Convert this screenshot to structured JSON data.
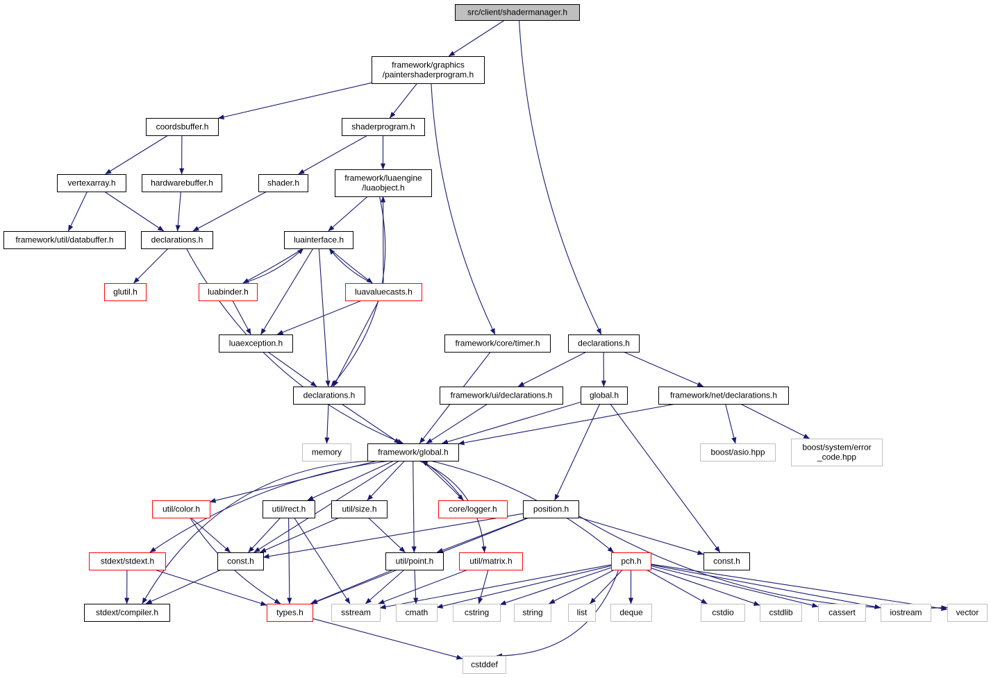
{
  "title": "src/client/shadermanager.h",
  "colors": {
    "edge": "#191970",
    "normal_border": "#000000",
    "truncated_border": "#ff0000",
    "external_border": "#bfbfbf",
    "root_fill": "#bfbfbf",
    "node_fill": "#ffffff"
  },
  "nodes": [
    {
      "id": "root",
      "lines": [
        "src/client/shadermanager.h"
      ],
      "kind": "root"
    },
    {
      "id": "painter",
      "lines": [
        "framework/graphics",
        "/paintershaderprogram.h"
      ],
      "kind": "normal"
    },
    {
      "id": "coordsbuffer",
      "lines": [
        "coordsbuffer.h"
      ],
      "kind": "normal"
    },
    {
      "id": "shaderprogram",
      "lines": [
        "shaderprogram.h"
      ],
      "kind": "normal"
    },
    {
      "id": "vertexarray",
      "lines": [
        "vertexarray.h"
      ],
      "kind": "normal"
    },
    {
      "id": "hardwarebuffer",
      "lines": [
        "hardwarebuffer.h"
      ],
      "kind": "normal"
    },
    {
      "id": "shader",
      "lines": [
        "shader.h"
      ],
      "kind": "normal"
    },
    {
      "id": "luaobject",
      "lines": [
        "framework/luaengine",
        "/luaobject.h"
      ],
      "kind": "normal"
    },
    {
      "id": "databuffer",
      "lines": [
        "framework/util/databuffer.h"
      ],
      "kind": "normal"
    },
    {
      "id": "decl_gfx",
      "lines": [
        "declarations.h"
      ],
      "kind": "normal"
    },
    {
      "id": "luainterface",
      "lines": [
        "luainterface.h"
      ],
      "kind": "normal"
    },
    {
      "id": "glutil",
      "lines": [
        "glutil.h"
      ],
      "kind": "truncated"
    },
    {
      "id": "luabinder",
      "lines": [
        "luabinder.h"
      ],
      "kind": "truncated"
    },
    {
      "id": "luavaluecasts",
      "lines": [
        "luavaluecasts.h"
      ],
      "kind": "truncated"
    },
    {
      "id": "luaexception",
      "lines": [
        "luaexception.h"
      ],
      "kind": "normal"
    },
    {
      "id": "timer",
      "lines": [
        "framework/core/timer.h"
      ],
      "kind": "normal"
    },
    {
      "id": "decl_client",
      "lines": [
        "declarations.h"
      ],
      "kind": "normal"
    },
    {
      "id": "decl_lua",
      "lines": [
        "declarations.h"
      ],
      "kind": "normal"
    },
    {
      "id": "ui_decl",
      "lines": [
        "framework/ui/declarations.h"
      ],
      "kind": "normal"
    },
    {
      "id": "global",
      "lines": [
        "global.h"
      ],
      "kind": "normal"
    },
    {
      "id": "net_decl",
      "lines": [
        "framework/net/declarations.h"
      ],
      "kind": "normal"
    },
    {
      "id": "memory",
      "lines": [
        "memory"
      ],
      "kind": "external"
    },
    {
      "id": "fwglobal",
      "lines": [
        "framework/global.h"
      ],
      "kind": "normal"
    },
    {
      "id": "asio",
      "lines": [
        "boost/asio.hpp"
      ],
      "kind": "external"
    },
    {
      "id": "errcode",
      "lines": [
        "boost/system/error",
        "_code.hpp"
      ],
      "kind": "external"
    },
    {
      "id": "color",
      "lines": [
        "util/color.h"
      ],
      "kind": "truncated"
    },
    {
      "id": "rect",
      "lines": [
        "util/rect.h"
      ],
      "kind": "normal"
    },
    {
      "id": "size",
      "lines": [
        "util/size.h"
      ],
      "kind": "normal"
    },
    {
      "id": "logger",
      "lines": [
        "core/logger.h"
      ],
      "kind": "truncated"
    },
    {
      "id": "position",
      "lines": [
        "position.h"
      ],
      "kind": "normal"
    },
    {
      "id": "stdext",
      "lines": [
        "stdext/stdext.h"
      ],
      "kind": "truncated"
    },
    {
      "id": "const_l",
      "lines": [
        "const.h"
      ],
      "kind": "normal"
    },
    {
      "id": "point",
      "lines": [
        "util/point.h"
      ],
      "kind": "normal"
    },
    {
      "id": "matrix",
      "lines": [
        "util/matrix.h"
      ],
      "kind": "truncated"
    },
    {
      "id": "pch",
      "lines": [
        "pch.h"
      ],
      "kind": "truncated"
    },
    {
      "id": "const_r",
      "lines": [
        "const.h"
      ],
      "kind": "normal"
    },
    {
      "id": "compiler",
      "lines": [
        "stdext/compiler.h"
      ],
      "kind": "normal"
    },
    {
      "id": "types",
      "lines": [
        "types.h"
      ],
      "kind": "truncated"
    },
    {
      "id": "sstream",
      "lines": [
        "sstream"
      ],
      "kind": "external"
    },
    {
      "id": "cmath",
      "lines": [
        "cmath"
      ],
      "kind": "external"
    },
    {
      "id": "cstring",
      "lines": [
        "cstring"
      ],
      "kind": "external"
    },
    {
      "id": "string",
      "lines": [
        "string"
      ],
      "kind": "external"
    },
    {
      "id": "list",
      "lines": [
        "list"
      ],
      "kind": "external"
    },
    {
      "id": "deque",
      "lines": [
        "deque"
      ],
      "kind": "external"
    },
    {
      "id": "cstdio",
      "lines": [
        "cstdio"
      ],
      "kind": "external"
    },
    {
      "id": "cstdlib",
      "lines": [
        "cstdlib"
      ],
      "kind": "external"
    },
    {
      "id": "cassert",
      "lines": [
        "cassert"
      ],
      "kind": "external"
    },
    {
      "id": "iostream",
      "lines": [
        "iostream"
      ],
      "kind": "external"
    },
    {
      "id": "vector",
      "lines": [
        "vector"
      ],
      "kind": "external"
    },
    {
      "id": "cstddef",
      "lines": [
        "cstddef"
      ],
      "kind": "external"
    }
  ],
  "edges": [
    {
      "from": "root",
      "to": "painter"
    },
    {
      "from": "root",
      "to": "decl_client"
    },
    {
      "from": "painter",
      "to": "coordsbuffer"
    },
    {
      "from": "painter",
      "to": "shaderprogram"
    },
    {
      "from": "painter",
      "to": "timer"
    },
    {
      "from": "coordsbuffer",
      "to": "vertexarray"
    },
    {
      "from": "coordsbuffer",
      "to": "hardwarebuffer"
    },
    {
      "from": "vertexarray",
      "to": "databuffer"
    },
    {
      "from": "vertexarray",
      "to": "decl_gfx"
    },
    {
      "from": "hardwarebuffer",
      "to": "decl_gfx"
    },
    {
      "from": "shader",
      "to": "decl_gfx"
    },
    {
      "from": "shaderprogram",
      "to": "shader"
    },
    {
      "from": "shaderprogram",
      "to": "luaobject"
    },
    {
      "from": "decl_gfx",
      "to": "glutil"
    },
    {
      "from": "decl_gfx",
      "to": "fwglobal"
    },
    {
      "from": "luaobject",
      "to": "luainterface"
    },
    {
      "from": "luaobject",
      "to": "decl_lua"
    },
    {
      "from": "luainterface",
      "to": "luabinder"
    },
    {
      "from": "luainterface",
      "to": "luavaluecasts"
    },
    {
      "from": "luainterface",
      "to": "luaexception"
    },
    {
      "from": "luainterface",
      "to": "decl_lua"
    },
    {
      "from": "luabinder",
      "to": "luainterface"
    },
    {
      "from": "luabinder",
      "to": "luaexception"
    },
    {
      "from": "luavaluecasts",
      "to": "luainterface"
    },
    {
      "from": "luavaluecasts",
      "to": "luaobject"
    },
    {
      "from": "luavaluecasts",
      "to": "luaexception"
    },
    {
      "from": "luavaluecasts",
      "to": "decl_lua"
    },
    {
      "from": "luaexception",
      "to": "decl_lua"
    },
    {
      "from": "decl_lua",
      "to": "memory"
    },
    {
      "from": "decl_lua",
      "to": "fwglobal"
    },
    {
      "from": "timer",
      "to": "fwglobal"
    },
    {
      "from": "decl_client",
      "to": "ui_decl"
    },
    {
      "from": "decl_client",
      "to": "global"
    },
    {
      "from": "decl_client",
      "to": "net_decl"
    },
    {
      "from": "ui_decl",
      "to": "fwglobal"
    },
    {
      "from": "global",
      "to": "fwglobal"
    },
    {
      "from": "global",
      "to": "position"
    },
    {
      "from": "global",
      "to": "const_r"
    },
    {
      "from": "net_decl",
      "to": "fwglobal"
    },
    {
      "from": "net_decl",
      "to": "asio"
    },
    {
      "from": "net_decl",
      "to": "errcode"
    },
    {
      "from": "fwglobal",
      "to": "color"
    },
    {
      "from": "fwglobal",
      "to": "rect"
    },
    {
      "from": "fwglobal",
      "to": "size"
    },
    {
      "from": "fwglobal",
      "to": "logger"
    },
    {
      "from": "fwglobal",
      "to": "stdext"
    },
    {
      "from": "fwglobal",
      "to": "const_l"
    },
    {
      "from": "fwglobal",
      "to": "point"
    },
    {
      "from": "fwglobal",
      "to": "matrix"
    },
    {
      "from": "fwglobal",
      "to": "pch"
    },
    {
      "from": "fwglobal",
      "to": "compiler"
    },
    {
      "from": "logger",
      "to": "fwglobal"
    },
    {
      "from": "color",
      "to": "const_l"
    },
    {
      "from": "color",
      "to": "types"
    },
    {
      "from": "rect",
      "to": "const_l"
    },
    {
      "from": "rect",
      "to": "types"
    },
    {
      "from": "rect",
      "to": "sstream"
    },
    {
      "from": "size",
      "to": "const_l"
    },
    {
      "from": "size",
      "to": "point"
    },
    {
      "from": "position",
      "to": "const_l"
    },
    {
      "from": "position",
      "to": "point"
    },
    {
      "from": "position",
      "to": "types"
    },
    {
      "from": "position",
      "to": "const_r"
    },
    {
      "from": "position",
      "to": "vector"
    },
    {
      "from": "stdext",
      "to": "compiler"
    },
    {
      "from": "stdext",
      "to": "types"
    },
    {
      "from": "const_l",
      "to": "compiler"
    },
    {
      "from": "point",
      "to": "types"
    },
    {
      "from": "point",
      "to": "sstream"
    },
    {
      "from": "point",
      "to": "cmath"
    },
    {
      "from": "matrix",
      "to": "sstream"
    },
    {
      "from": "matrix",
      "to": "cstring"
    },
    {
      "from": "pch",
      "to": "sstream"
    },
    {
      "from": "pch",
      "to": "cmath"
    },
    {
      "from": "pch",
      "to": "cstring"
    },
    {
      "from": "pch",
      "to": "string"
    },
    {
      "from": "pch",
      "to": "list"
    },
    {
      "from": "pch",
      "to": "deque"
    },
    {
      "from": "pch",
      "to": "cstdio"
    },
    {
      "from": "pch",
      "to": "cstdlib"
    },
    {
      "from": "pch",
      "to": "cassert"
    },
    {
      "from": "pch",
      "to": "iostream"
    },
    {
      "from": "pch",
      "to": "vector"
    },
    {
      "from": "pch",
      "to": "cstddef"
    },
    {
      "from": "types",
      "to": "cstddef"
    }
  ]
}
